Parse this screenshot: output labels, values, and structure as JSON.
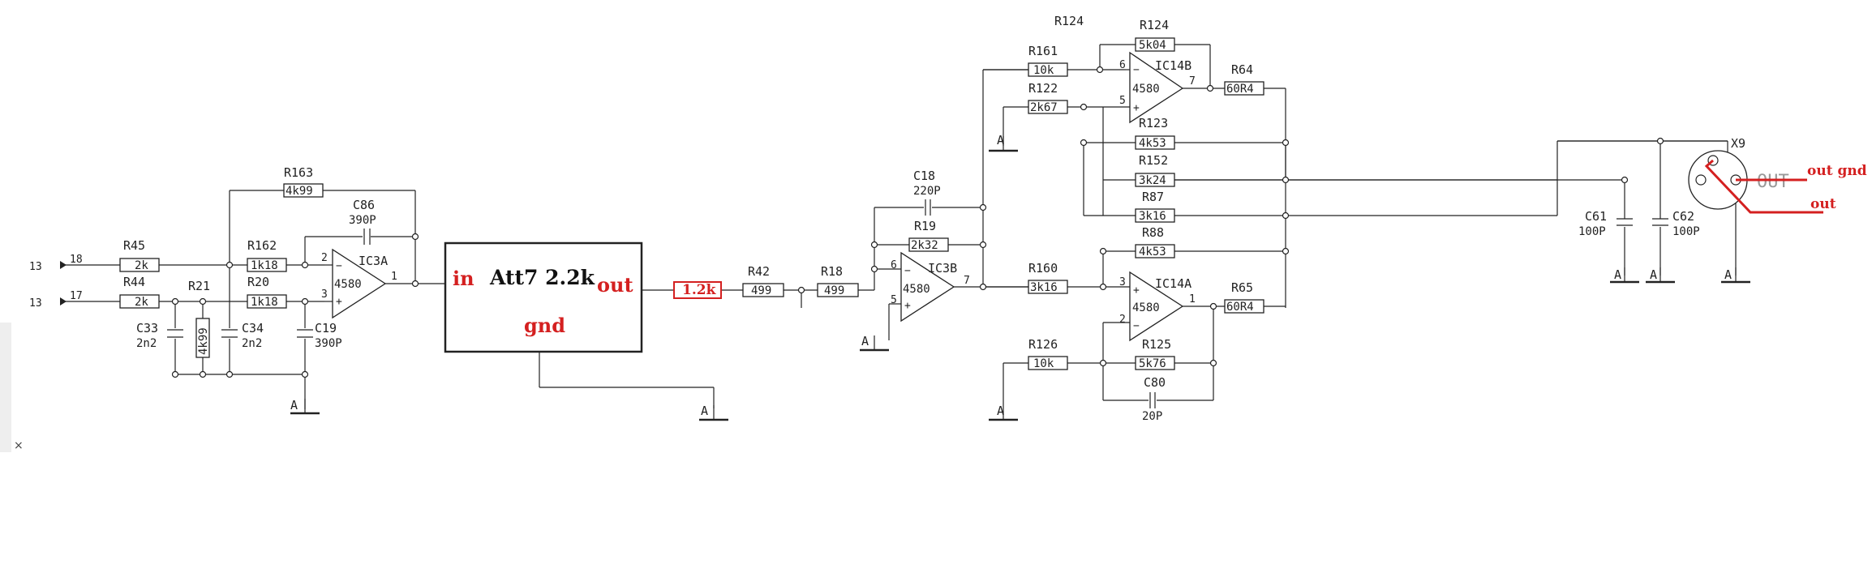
{
  "connectors": {
    "in1_label": "13",
    "in1_pin": "18",
    "in2_label": "13",
    "in2_pin": "17"
  },
  "components": {
    "R45": "R45",
    "R45_val": "2k",
    "R44": "R44",
    "R44_val": "2k",
    "R21": "R21",
    "R21_val": "4k99",
    "C33": "C33",
    "C33_val": "2n2",
    "C34": "C34",
    "C34_val": "2n2",
    "R162": "R162",
    "R162_val": "1k18",
    "R20": "R20",
    "R20_val": "1k18",
    "C19": "C19",
    "C19_val": "390P",
    "C86": "C86",
    "C86_val": "390P",
    "R163": "R163",
    "R163_val": "4k99",
    "IC3A": "IC3A",
    "IC3A_part": "4580",
    "R42": "R42",
    "R42_val": "499",
    "R18": "R18",
    "R18_val": "499",
    "C18": "C18",
    "C18_val": "220P",
    "R19": "R19",
    "R19_val": "2k32",
    "IC3B": "IC3B",
    "IC3B_part": "4580",
    "R161": "R161",
    "R161_val": "10k",
    "R122": "R122",
    "R122_val": "2k67",
    "R124": "R124",
    "R124_val": "5k04",
    "IC14B": "IC14B",
    "IC14B_part": "4580",
    "R64": "R64",
    "R64_val": "60R4",
    "R123": "R123",
    "R123_val": "4k53",
    "R152": "R152",
    "R152_val": "3k24",
    "R87": "R87",
    "R87_val": "3k16",
    "R88": "R88",
    "R88_val": "4k53",
    "R160": "R160",
    "R160_val": "3k16",
    "IC14A": "IC14A",
    "IC14A_part": "4580",
    "R65": "R65",
    "R65_val": "60R4",
    "R126": "R126",
    "R126_val": "10k",
    "R125": "R125",
    "R125_val": "5k76",
    "C80": "C80",
    "C80_val": "20P",
    "C61": "C61",
    "C61_val": "100P",
    "C62": "C62",
    "C62_val": "100P",
    "X9": "X9",
    "OUT": "OUT",
    "top_cut": "R124"
  },
  "pins": {
    "p1": "1",
    "p2": "2",
    "p3": "3",
    "p5": "5",
    "p6": "6",
    "p7": "7"
  },
  "ground_symbol": "A",
  "att_block": {
    "title": "Att7 2.2k",
    "in": "in",
    "out": "out",
    "gnd": "gnd"
  },
  "added_resistor": "1.2k",
  "out_annotations": {
    "out_gnd": "out gnd",
    "out": "out"
  },
  "colors": {
    "annotation": "#d42020",
    "wire": "#222222",
    "background": "#ffffff"
  }
}
